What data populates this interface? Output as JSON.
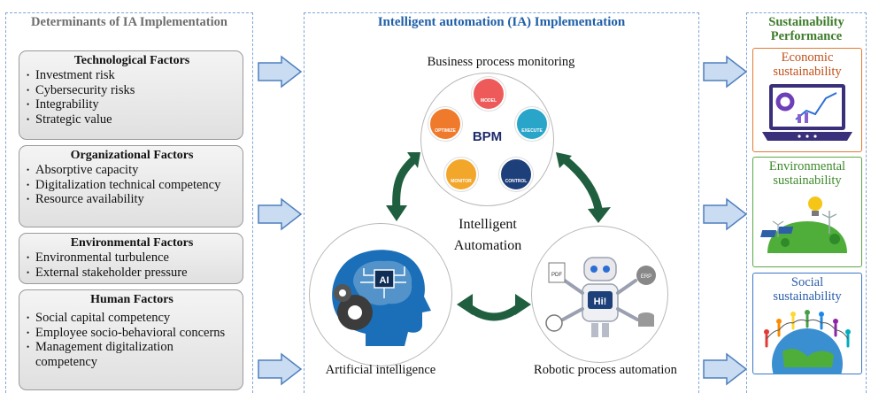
{
  "left_panel": {
    "title": "Determinants of IA Implementation",
    "groups": [
      {
        "title": "Technological Factors",
        "items": [
          "Investment risk",
          "Cybersecurity risks",
          "Integrability",
          "Strategic value"
        ]
      },
      {
        "title": "Organizational Factors",
        "items": [
          "Absorptive capacity",
          "Digitalization technical competency",
          "Resource availability"
        ]
      },
      {
        "title": "Environmental Factors",
        "items": [
          "Environmental turbulence",
          "External stakeholder pressure"
        ]
      },
      {
        "title": "Human Factors",
        "items": [
          "Social capital competency",
          "Employee socio-behavioral concerns",
          "Management digitalization competency"
        ]
      }
    ]
  },
  "center_panel": {
    "title": "Intelligent automation (IA) Implementation",
    "bpm_label": "Business process monitoring",
    "bpm_center": "BPM",
    "bpm_nodes": [
      "MODEL",
      "EXECUTE",
      "CONTROL",
      "MONITOR",
      "OPTIMIZE"
    ],
    "center_label_line1": "Intelligent",
    "center_label_line2": "Automation",
    "ai_label": "Artificial intelligence",
    "ai_chip": "AI",
    "rpa_label": "Robotic process automation",
    "rpa_screen": "Hi!",
    "rpa_icons": [
      "PDF",
      "ERP"
    ]
  },
  "right_panel": {
    "title_line1": "Sustainability",
    "title_line2": "Performance",
    "items": [
      {
        "line1": "Economic",
        "line2": "sustainability"
      },
      {
        "line1": "Environmental",
        "line2": "sustainability"
      },
      {
        "line1": "Social",
        "line2": "sustainability"
      }
    ]
  },
  "colors": {
    "panel_border": "#7fa6d6",
    "title_blue": "#1f5fa8",
    "title_green": "#3d7b2a",
    "cycle_arrow": "#1f5e3e",
    "flow_arrow": "#c9dcf2",
    "econ_border": "#e07a32",
    "env_border": "#5aa845",
    "social_border": "#3b78c4"
  }
}
